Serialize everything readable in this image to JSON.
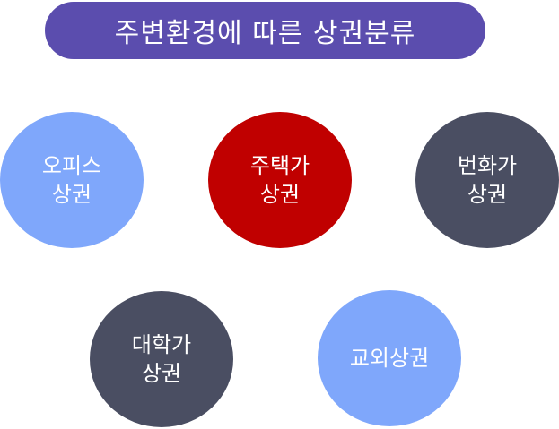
{
  "title": "주변환경에 따른 상권분류",
  "colors": {
    "title_bg": "#5b4dae",
    "light_blue": "#7fa7fb",
    "red": "#c00000",
    "slate": "#4a4e62"
  },
  "categories": [
    {
      "id": "office",
      "line1": "오피스",
      "line2": "상권",
      "color": "#7fa7fb"
    },
    {
      "id": "residence",
      "line1": "주택가",
      "line2": "상권",
      "color": "#c00000"
    },
    {
      "id": "downtown",
      "line1": "번화가",
      "line2": "상권",
      "color": "#4a4e62"
    },
    {
      "id": "university",
      "line1": "대학가",
      "line2": "상권",
      "color": "#4a4e62"
    },
    {
      "id": "suburban",
      "line1": "교외상권",
      "line2": "",
      "color": "#7fa7fb"
    }
  ]
}
